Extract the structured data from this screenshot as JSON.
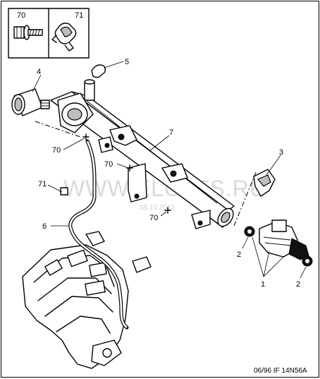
{
  "callouts": {
    "c1": "1",
    "c2a": "2",
    "c2b": "2",
    "c3": "3",
    "c4": "4",
    "c5": "5",
    "c6": "6",
    "c7": "7",
    "c70a": "70",
    "c70b": "70",
    "c70c": "70",
    "c71": "71"
  },
  "inset": {
    "left_label": "70",
    "right_label": "71"
  },
  "watermark": {
    "text": "WWW.ELCATS.RU",
    "date": "08.10.2012"
  },
  "reference": "06/96 IF 14N56A"
}
